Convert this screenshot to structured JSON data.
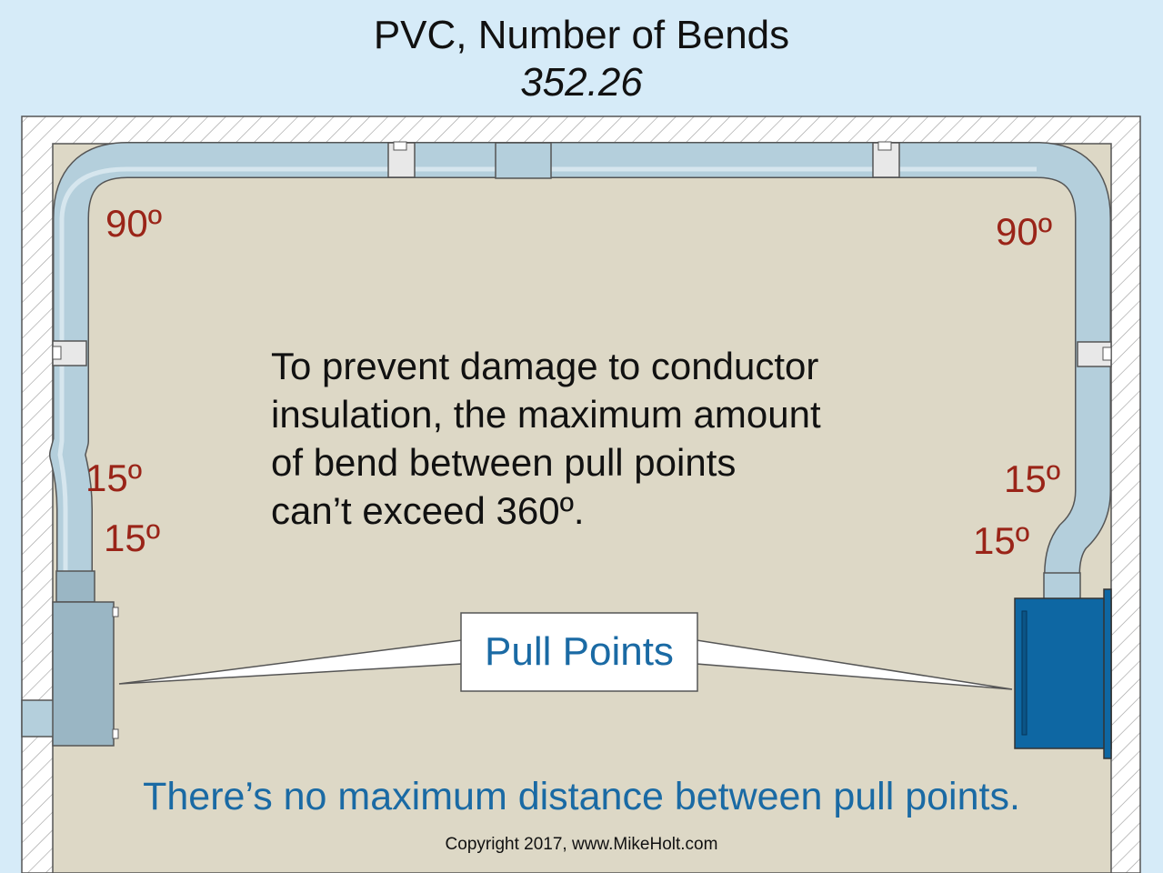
{
  "header": {
    "title": "PVC, Number of Bends",
    "subtitle": "352.26"
  },
  "angles": {
    "top_left": "90º",
    "top_right": "90º",
    "left_upper": "15º",
    "left_lower": "15º",
    "right_upper": "15º",
    "right_lower": "15º"
  },
  "main_text": "To prevent damage to conductor\ninsulation, the maximum amount\nof bend between pull points\ncan’t exceed 360º.",
  "callout": {
    "label": "Pull Points"
  },
  "bottom_note": "There’s no maximum distance between pull points.",
  "copyright": "Copyright 2017, www.MikeHolt.com",
  "colors": {
    "background": "#d6ebf8",
    "wall_fill": "#ddd8c6",
    "conduit": "#b4cfdc",
    "left_box": "#9ab6c4",
    "right_box": "#0e67a3",
    "angle_label": "#9a2418",
    "accent_text": "#1a6aa4"
  }
}
